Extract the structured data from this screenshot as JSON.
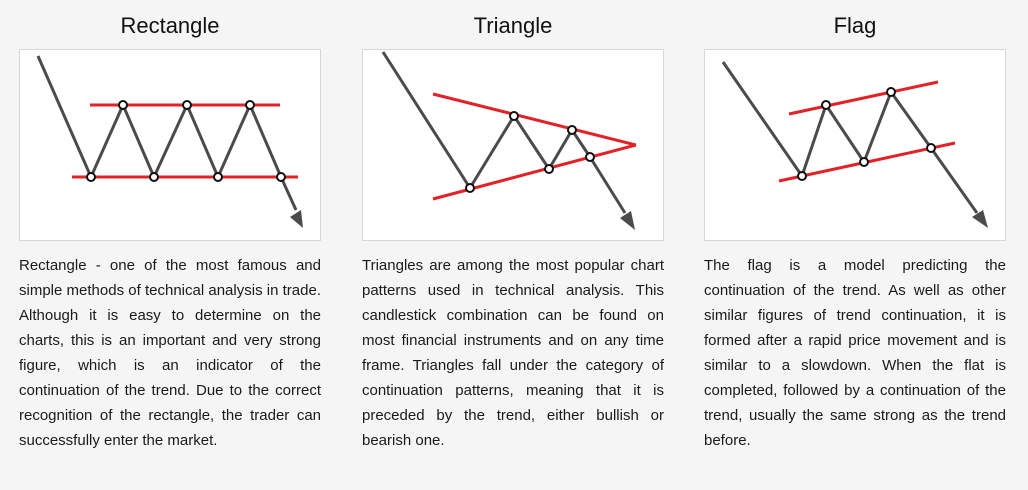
{
  "patterns": [
    {
      "title": "Rectangle",
      "description": "Rectangle - one of the most famous and simple methods of technical analysis in trade. Although it is easy to determine on the charts, this is an important and very strong figure, which is an indicator of the continuation of the trend. Due to the correct recognition of the rectangle, the trader can successfully enter the market."
    },
    {
      "title": "Triangle",
      "description": "Triangles are among the most popular chart patterns used in technical analysis. This candlestick combination can be found on most financial instruments and on any time frame. Triangles fall under the category of continuation patterns, meaning that it is preceded by the trend, either bullish or bearish one."
    },
    {
      "title": "Flag",
      "description": "The flag is a model predicting the continuation of the trend. As well as other similar figures of trend continuation, it is formed after a rapid price movement and is similar to a slowdown. When the flat is completed, followed by a continuation of the trend, usually the same strong as the trend before."
    }
  ],
  "colors": {
    "trendline": "#e32126",
    "price": "#4b4b4b"
  }
}
